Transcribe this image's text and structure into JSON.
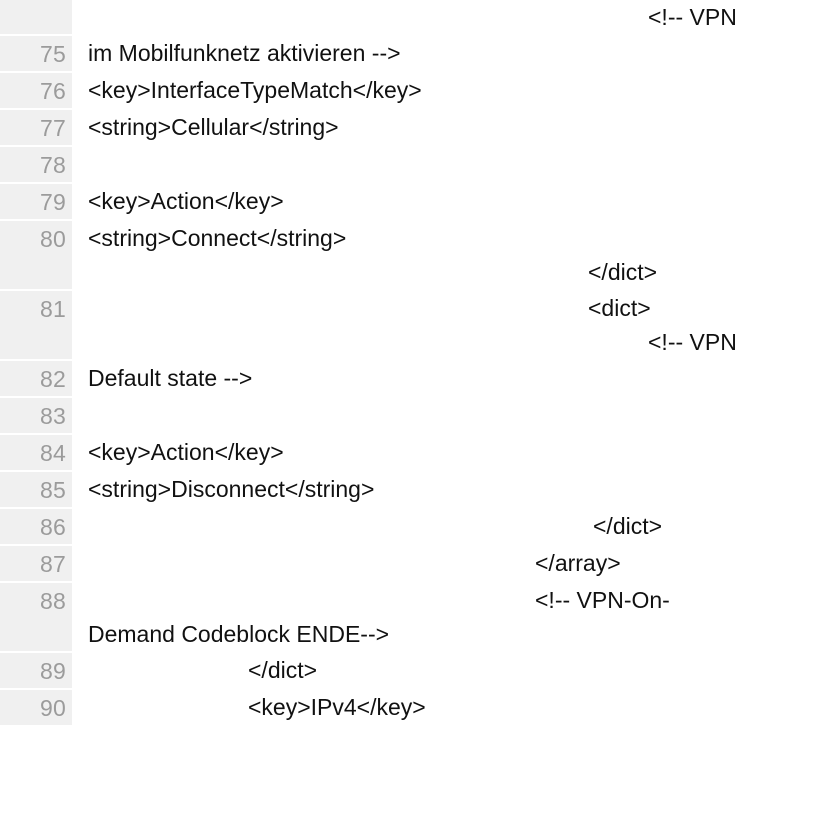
{
  "viewer": {
    "language": "xml-plist",
    "gutter_color": "#f0f0f0",
    "line_number_color": "#9b9b9b",
    "text_color": "#111111",
    "background": "#ffffff"
  },
  "top_overflow": {
    "text": "<!-- VPN"
  },
  "lines": [
    {
      "number": "75",
      "segments": [
        {
          "text": "im Mobilfunknetz aktivieren -->",
          "indent": "pad-0"
        }
      ]
    },
    {
      "number": "76",
      "segments": [
        {
          "text": "<key>InterfaceTypeMatch</key>",
          "indent": "pad-0"
        }
      ]
    },
    {
      "number": "77",
      "segments": [
        {
          "text": "<string>Cellular</string>",
          "indent": "pad-0"
        }
      ]
    },
    {
      "number": "78",
      "segments": [
        {
          "text": " ",
          "indent": "pad-0"
        }
      ]
    },
    {
      "number": "79",
      "segments": [
        {
          "text": "<key>Action</key>",
          "indent": "pad-0"
        }
      ]
    },
    {
      "number": "80",
      "segments": [
        {
          "text": "<string>Connect</string>",
          "indent": "pad-0"
        },
        {
          "text": "</dict>",
          "indent": "pad-500"
        }
      ]
    },
    {
      "number": "81",
      "segments": [
        {
          "text": "<dict>",
          "indent": "pad-500"
        },
        {
          "text": "<!-- VPN",
          "indent": "pad-560"
        }
      ]
    },
    {
      "number": "82",
      "segments": [
        {
          "text": "Default state -->",
          "indent": "pad-0"
        }
      ]
    },
    {
      "number": "83",
      "segments": [
        {
          "text": " ",
          "indent": "pad-0"
        }
      ]
    },
    {
      "number": "84",
      "segments": [
        {
          "text": "<key>Action</key>",
          "indent": "pad-0"
        }
      ]
    },
    {
      "number": "85",
      "segments": [
        {
          "text": "<string>Disconnect</string>",
          "indent": "pad-0"
        }
      ]
    },
    {
      "number": "86",
      "segments": [
        {
          "text": "</dict>",
          "indent": "pad-505"
        }
      ]
    },
    {
      "number": "87",
      "segments": [
        {
          "text": "</array>",
          "indent": "pad-447"
        }
      ]
    },
    {
      "number": "88",
      "segments": [
        {
          "text": "<!-- VPN-On-",
          "indent": "pad-447"
        },
        {
          "text": "Demand Codeblock ENDE-->",
          "indent": "pad-0"
        }
      ]
    },
    {
      "number": "89",
      "segments": [
        {
          "text": "</dict>",
          "indent": "pad-160"
        }
      ]
    },
    {
      "number": "90",
      "segments": [
        {
          "text": "<key>IPv4</key>",
          "indent": "pad-160"
        }
      ]
    }
  ]
}
